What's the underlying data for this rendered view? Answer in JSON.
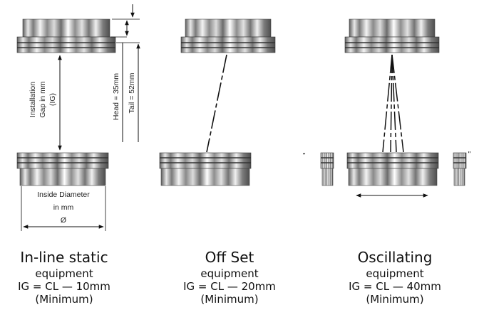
{
  "diagram": {
    "labels": {
      "installation_gap_line1": "Installation",
      "installation_gap_line2": "Gap in mm",
      "installation_gap_line3": "(IG)",
      "head": "Head = 35mm",
      "tail": "Tail = 52mm",
      "inside_diameter_line1": "Inside Diameter",
      "inside_diameter_line2": "in mm",
      "diameter_symbol": "Ø",
      "quote_left": "\"",
      "quote_right": "\""
    }
  },
  "captions": [
    {
      "title": "In-line static",
      "sub": "equipment",
      "formula": "IG = CL — 10mm",
      "note": "(Minimum)"
    },
    {
      "title": "Off Set",
      "sub": "equipment",
      "formula": "IG = CL — 20mm",
      "note": "(Minimum)"
    },
    {
      "title": "Oscillating",
      "sub": "equipment",
      "formula": "IG = CL — 40mm",
      "note": "(Minimum)"
    }
  ]
}
